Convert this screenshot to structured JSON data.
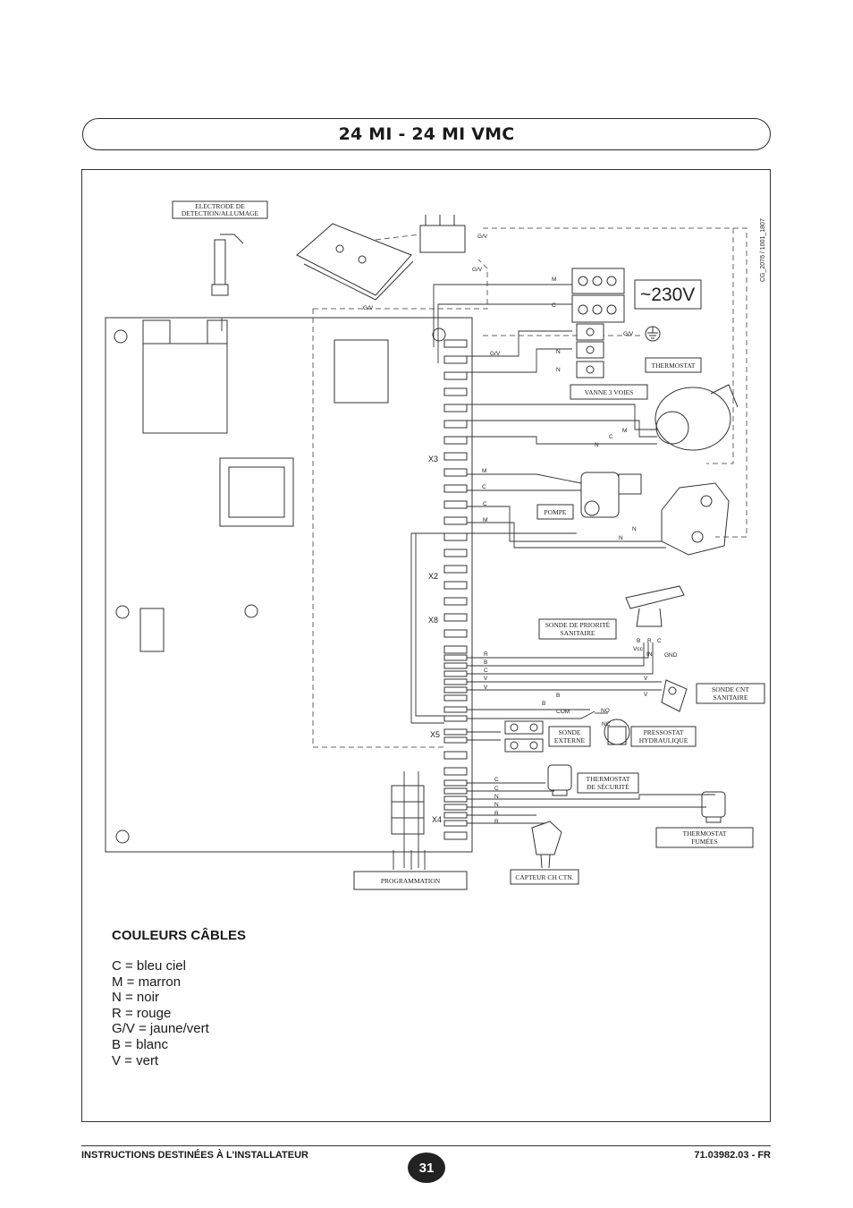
{
  "title": "24 MI - 24 MI VMC",
  "diagram_code": "CG_2076 / 1001_1807",
  "voltage": "~230V",
  "labels": {
    "electrode": [
      "ELECTRODE DE",
      "DETECTION/ALLUMAGE"
    ],
    "thermostat": "THERMOSTAT",
    "vanne": "VANNE 3 VOIES",
    "pompe": "POMPE",
    "sonde_priorite": [
      "SONDE DE PRIORITÉ",
      "SANITAIRE"
    ],
    "sonde_cnt": [
      "SONDE CNT",
      "SANITAIRE"
    ],
    "sonde_externe": [
      "SONDE",
      "EXTERNE"
    ],
    "pressostat": [
      "PRESSOSTAT",
      "HYDRAULIQUE"
    ],
    "thermostat_securite": [
      "THERMOSTAT",
      "DE SÉCURITÉ"
    ],
    "thermostat_fumees": [
      "THERMOSTAT",
      "FUMÉES"
    ],
    "capteur": "CAPTEUR CH CTN.",
    "programmation": "PROGRAMMATION"
  },
  "connectors": {
    "x3": "X3",
    "x2": "X2",
    "x8": "X8",
    "x5": "X5",
    "x4": "X4"
  },
  "wire_codes": {
    "gv": "G/V",
    "m": "M",
    "c": "C",
    "n": "N",
    "r": "R",
    "b": "B",
    "v": "V",
    "com": "COM",
    "no": "NO",
    "nc": "NC",
    "vcc": "Vcc",
    "in": "IN",
    "gnd": "GND"
  },
  "legend": {
    "title": "COULEURS CÂBLES",
    "items": [
      "C = bleu ciel",
      "M = marron",
      "N = noir",
      "R = rouge",
      "G/V = jaune/vert",
      "B = blanc",
      "V = vert"
    ]
  },
  "footer": {
    "left": "INSTRUCTIONS DESTINÉES À L'INSTALLATEUR",
    "page": "31",
    "right": "71.03982.03 - FR"
  }
}
